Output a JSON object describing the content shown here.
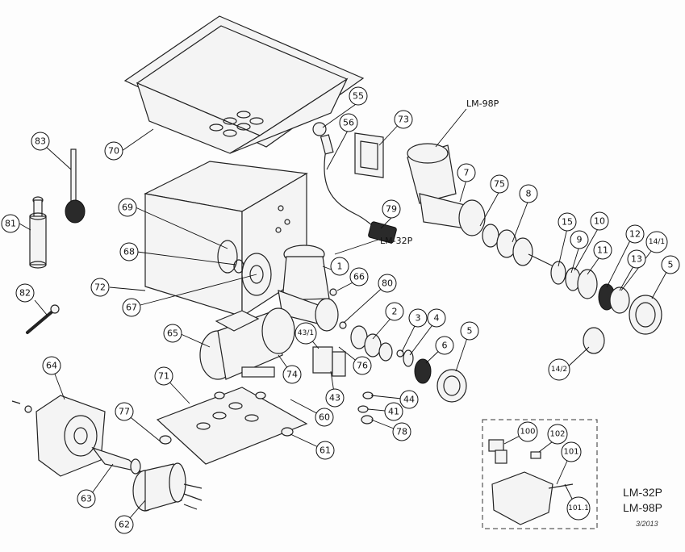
{
  "callouts": {
    "c70": "70",
    "c55": "55",
    "c56": "56",
    "c73": "73",
    "c83": "83",
    "c81": "81",
    "c69": "69",
    "c68": "68",
    "c72": "72",
    "c67": "67",
    "c79": "79",
    "c7": "7",
    "c75": "75",
    "c8": "8",
    "c15": "15",
    "c10": "10",
    "c9": "9",
    "c11": "11",
    "c12": "12",
    "c14_1": "14/1",
    "c13": "13",
    "c5a": "5",
    "c1": "1",
    "c66": "66",
    "c80": "80",
    "c2": "2",
    "c3": "3",
    "c4": "4",
    "c6": "6",
    "c5b": "5",
    "c14_2": "14/2",
    "c82": "82",
    "c65": "65",
    "c43_1": "43/1",
    "c74": "74",
    "c76": "76",
    "c43": "43",
    "c44": "44",
    "c41": "41",
    "c78": "78",
    "c71": "71",
    "c60": "60",
    "c64": "64",
    "c77": "77",
    "c61": "61",
    "c63": "63",
    "c62": "62",
    "c100": "100",
    "c102": "102",
    "c101": "101",
    "c101_1": "101.1"
  },
  "labels": {
    "lm98p_top": "LM-98P",
    "lm32p_mid": "LM-32P",
    "model_1": "LM-32P",
    "model_2": "LM-98P",
    "date": "3/2013"
  }
}
